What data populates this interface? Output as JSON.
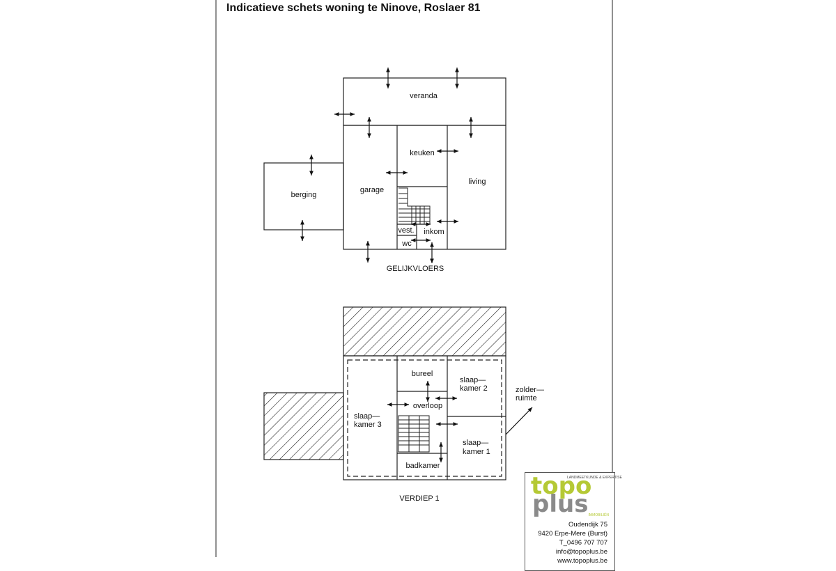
{
  "title": "Indicatieve schets woning te Ninove, Roslaer 81",
  "ground_floor": {
    "caption": "GELIJKVLOERS",
    "rooms": {
      "veranda": "veranda",
      "keuken": "keuken",
      "garage": "garage",
      "berging": "berging",
      "living": "living",
      "vest": "vest.",
      "inkom": "inkom",
      "wc": "wc"
    }
  },
  "first_floor": {
    "caption": "VERDIEP  1",
    "rooms": {
      "bureel": "bureel",
      "slaapkamer2_a": "slaap—",
      "slaapkamer2_b": "kamer  2",
      "overloop": "overloop",
      "slaapkamer3_a": "slaap—",
      "slaapkamer3_b": "kamer  3",
      "slaapkamer1_a": "slaap—",
      "slaapkamer1_b": "kamer  1",
      "badkamer": "badkamer",
      "zolder_a": "zolder—",
      "zolder_b": "ruimte"
    }
  },
  "logo": {
    "tagline": "LANDMEETKUNDE & EXPERTISE",
    "word1": "topo",
    "word2": "plus",
    "sub": "IMMOBILIËN",
    "colors": {
      "green": "#b5c935",
      "grey": "#8a8a8a"
    }
  },
  "contact": {
    "street": "Oudendijk 75",
    "city": "9420 Erpe-Mere (Burst)",
    "phone": "T_0496 707 707",
    "email": "info@topoplus.be",
    "web": "www.topoplus.be"
  }
}
